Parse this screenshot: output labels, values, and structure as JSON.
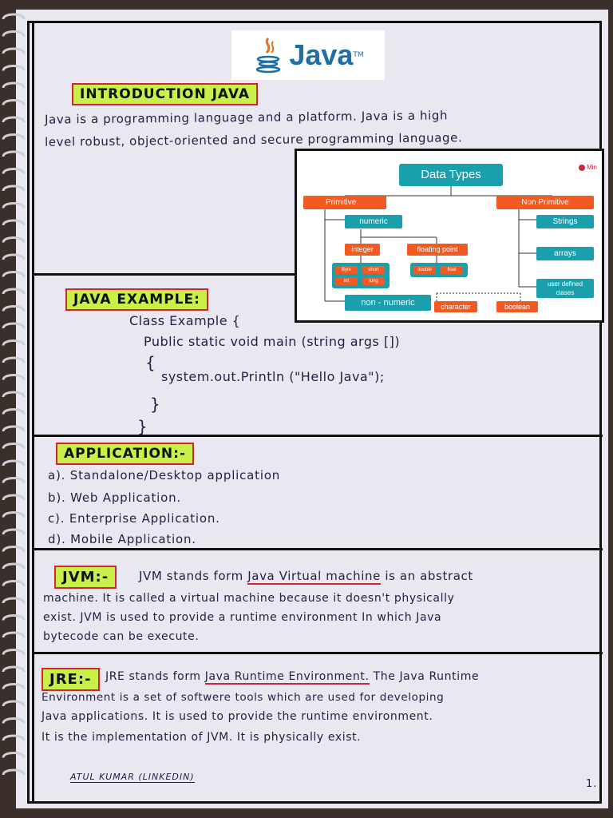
{
  "logo": {
    "text": "Java",
    "tm": "TM"
  },
  "intro": {
    "heading": "INTRODUCTION JAVA",
    "line1": "Java is a programming language and a platform. Java is a high",
    "line2": "level robust, object-oriented and secure programming language."
  },
  "datatypes": {
    "title": "Data Types",
    "brand": "Min",
    "primitive": "Primitive",
    "non_primitive": "Non Primitive",
    "numeric": "numeric",
    "integer": "integer",
    "floating_point": "floating point",
    "byte": "Byte",
    "short": "short",
    "int": "int",
    "long": "long",
    "double": "double",
    "float": "float",
    "non_numeric": "non - numeric",
    "character": "character",
    "boolean": "boolean",
    "strings": "Strings",
    "arrays": "arrays",
    "user_defined_1": "user defined",
    "user_defined_2": "clases"
  },
  "example": {
    "heading": "JAVA EXAMPLE:",
    "lines": [
      "Class Example {",
      "Public static void main (string  args [])",
      "{",
      "system.out.Println (\"Hello Java\");",
      "}",
      "}"
    ]
  },
  "application": {
    "heading": "APPLICATION:-",
    "items": [
      "a). Standalone/Desktop application",
      "b). Web Application.",
      "c). Enterprise Application.",
      "d). Mobile Application."
    ]
  },
  "jvm": {
    "heading": "JVM:-",
    "line1_pre": "JVM stands form ",
    "line1_u": "Java Virtual machine",
    "line1_post": " is an abstract",
    "line2": "machine. It is called a virtual machine because it doesn't physically",
    "line3": "exist. JVM is used to provide a runtime environment In which Java",
    "line4": "bytecode can be execute."
  },
  "jre": {
    "heading": "JRE:-",
    "line1_pre": "JRE stands form ",
    "line1_u": "Java Runtime Environment.",
    "line1_post": " The Java Runtime",
    "line2": "Environment is a set of softwere tools which are used for developing",
    "line3": "Java applications. It is used to provide the runtime environment.",
    "line4": "It is the implementation of JVM. It is physically exist."
  },
  "footer": {
    "author": "ATUL KUMAR (LINKEDIN)",
    "page": "1."
  },
  "colors": {
    "highlight": "#c9f04a",
    "accent_red": "#d0243c",
    "teal": "#1aa0ad",
    "orange": "#f25a22",
    "java_blue": "#1d6fa8"
  }
}
